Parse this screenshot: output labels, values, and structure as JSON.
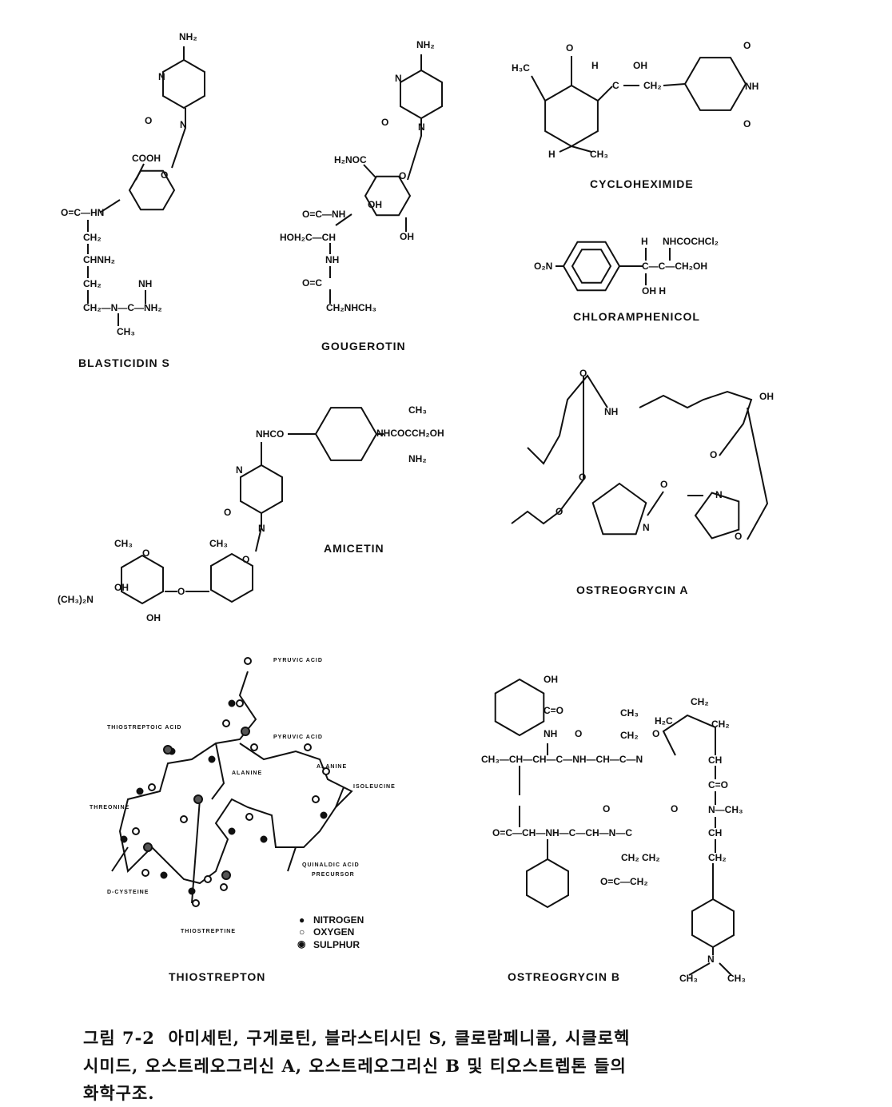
{
  "compounds": {
    "blasticidin": {
      "name": "BLASTICIDIN S",
      "atoms": [
        "NH₂",
        "N",
        "O",
        "N",
        "COOH",
        "O",
        "O=C—HN",
        "CH₂",
        "CHNH₂",
        "CH₂",
        "NH",
        "CH₂—N—C—NH₂",
        "CH₃"
      ]
    },
    "gougerotin": {
      "name": "GOUGEROTIN",
      "atoms": [
        "NH₂",
        "N",
        "O",
        "N",
        "H₂NOC",
        "O",
        "OH",
        "O=C—NH",
        "OH",
        "HOH₂C—CH",
        "NH",
        "O=C",
        "CH₂NHCH₃"
      ]
    },
    "cycloheximide": {
      "name": "CYCLOHEXIMIDE",
      "atoms": [
        "H₃C",
        "O",
        "H",
        "OH",
        "C",
        "CH₂",
        "O",
        "NH",
        "O",
        "H",
        "CH₃"
      ]
    },
    "chloramphenicol": {
      "name": "CHLORAMPHENICOL",
      "atoms": [
        "O₂N",
        "H",
        "NHCOCHCl₂",
        "C—C—CH₂OH",
        "OH H"
      ]
    },
    "amicetin": {
      "name": "AMICETIN",
      "atoms": [
        "NHCO",
        "CH₃",
        "NHCOCCH₂OH",
        "NH₂",
        "N",
        "O",
        "N",
        "CH₃",
        "O",
        "CH₃",
        "O",
        "OH",
        "O",
        "(CH₃)₂N",
        "OH"
      ]
    },
    "ostreogrycin_a": {
      "name": "OSTREOGRYCIN A",
      "atoms": [
        "O",
        "NH",
        "OH",
        "O",
        "O",
        "O",
        "N",
        "N",
        "O",
        "O"
      ]
    },
    "thiostrepton": {
      "name": "THIOSTREPTON",
      "labels": [
        "PYRUVIC ACID",
        "THIOSTREPTOIC ACID",
        "PYRUVIC ACID",
        "ALANINE",
        "ALANINE",
        "ISOLEUCINE",
        "THREONINE",
        "QUINALDIC ACID",
        "PRECURSOR",
        "D-CYSTEINE",
        "THIOSTREPTINE"
      ],
      "legend": [
        "NITROGEN",
        "OXYGEN",
        "SULPHUR"
      ]
    },
    "ostreogrycin_b": {
      "name": "OSTREOGRYCIN B",
      "atoms": [
        "OH",
        "C=O",
        "CH₃",
        "CH₂",
        "H₂C",
        "CH₂",
        "NH",
        "O",
        "CH₂",
        "O",
        "CH₃—CH—CH—C—NH—CH—C—N",
        "CH",
        "C=O",
        "N—CH₃",
        "O",
        "O",
        "O=C—CH—NH—C—CH—N—C",
        "CH",
        "CH₂ CH₂",
        "CH₂",
        "O=C—CH₂",
        "N",
        "CH₃",
        "CH₃"
      ]
    }
  },
  "caption": {
    "line1": "그림 7-2  아미세틴, 구게로틴, 블라스티시딘 S, 클로람페니콜, 시클로헥",
    "line2": "시미드, 오스트레오그리신 A, 오스트레오그리신 B 및 티오스트렙톤 들의",
    "line3": "화학구조."
  }
}
